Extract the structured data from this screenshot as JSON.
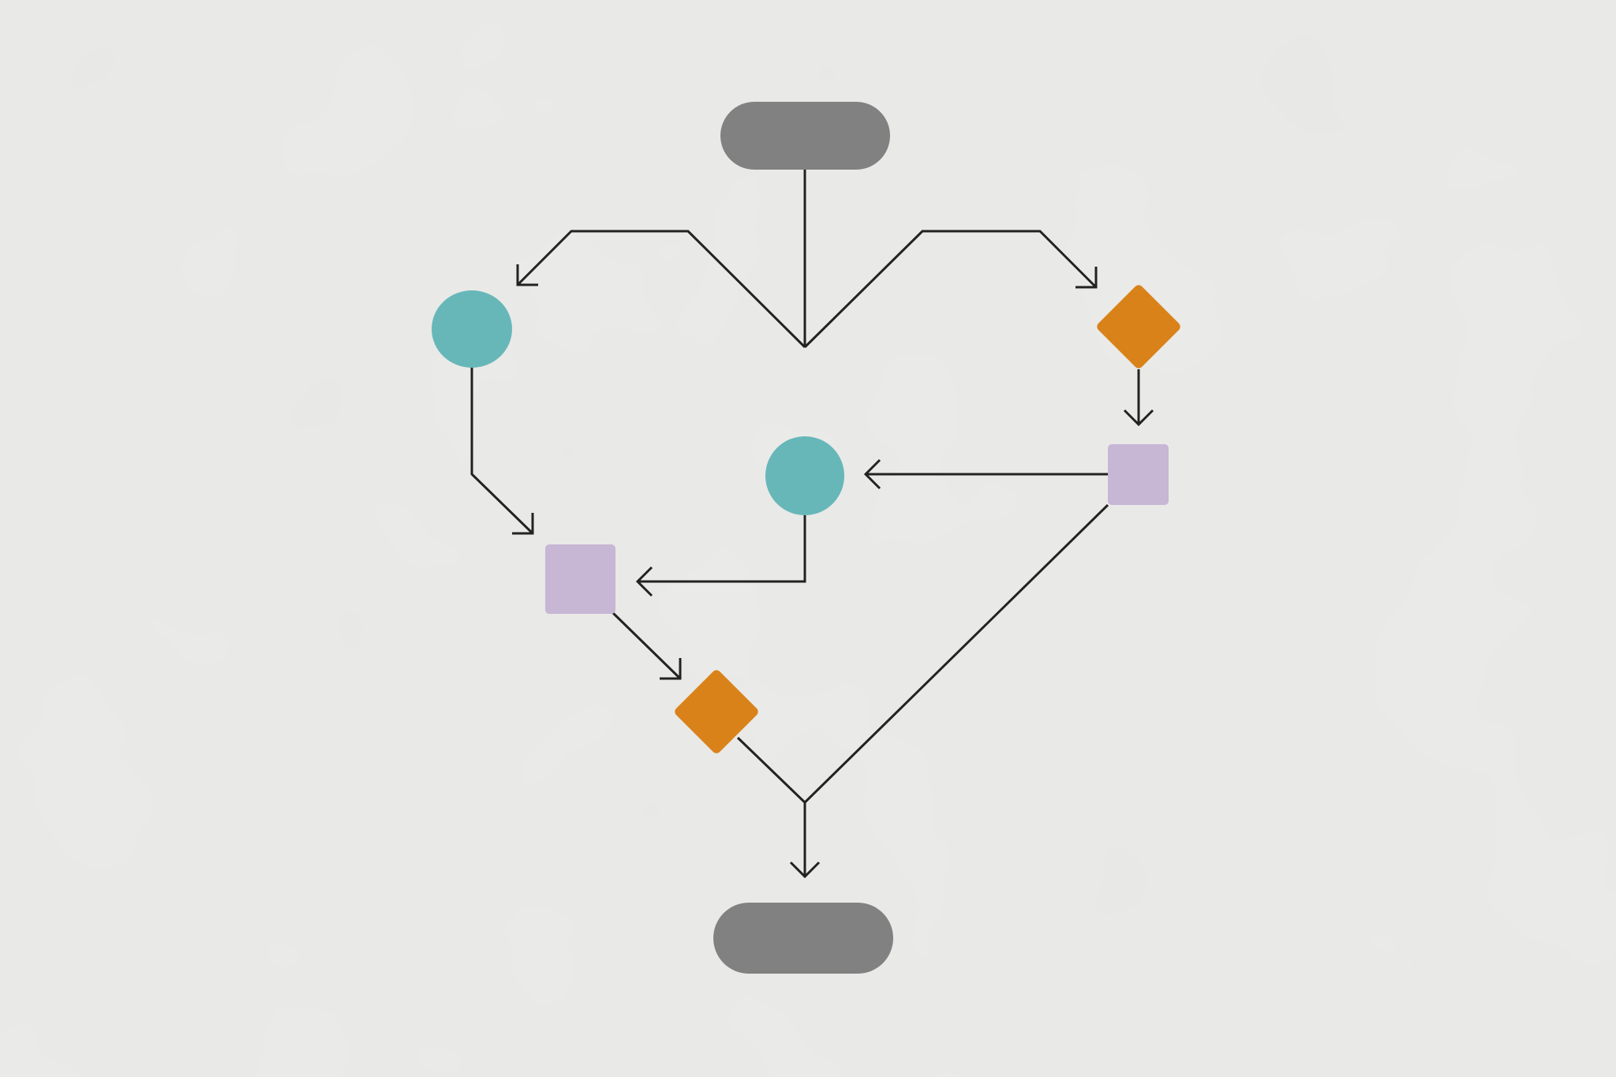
{
  "diagram": {
    "type": "flowchart",
    "labels_visible": false,
    "colors": {
      "background": "#e8e8e6",
      "terminal": "#818181",
      "circle": "#67b7b9",
      "decision": "#d9821a",
      "process": "#c8b6d5",
      "connector": "#222222"
    },
    "nodes": [
      {
        "id": "start",
        "shape": "pill"
      },
      {
        "id": "circle-left",
        "shape": "circle"
      },
      {
        "id": "decision-right",
        "shape": "diamond"
      },
      {
        "id": "process-right",
        "shape": "square"
      },
      {
        "id": "circle-center",
        "shape": "circle"
      },
      {
        "id": "process-left",
        "shape": "square"
      },
      {
        "id": "decision-bottom",
        "shape": "diamond"
      },
      {
        "id": "end",
        "shape": "pill"
      }
    ],
    "edges": [
      {
        "from": "start",
        "to": "circle-left"
      },
      {
        "from": "start",
        "to": "decision-right"
      },
      {
        "from": "circle-left",
        "to": "process-left"
      },
      {
        "from": "decision-right",
        "to": "process-right"
      },
      {
        "from": "process-right",
        "to": "circle-center"
      },
      {
        "from": "circle-center",
        "to": "process-left"
      },
      {
        "from": "process-left",
        "to": "decision-bottom"
      },
      {
        "from": "decision-bottom",
        "to": "end"
      },
      {
        "from": "process-right",
        "to": "end"
      }
    ]
  }
}
